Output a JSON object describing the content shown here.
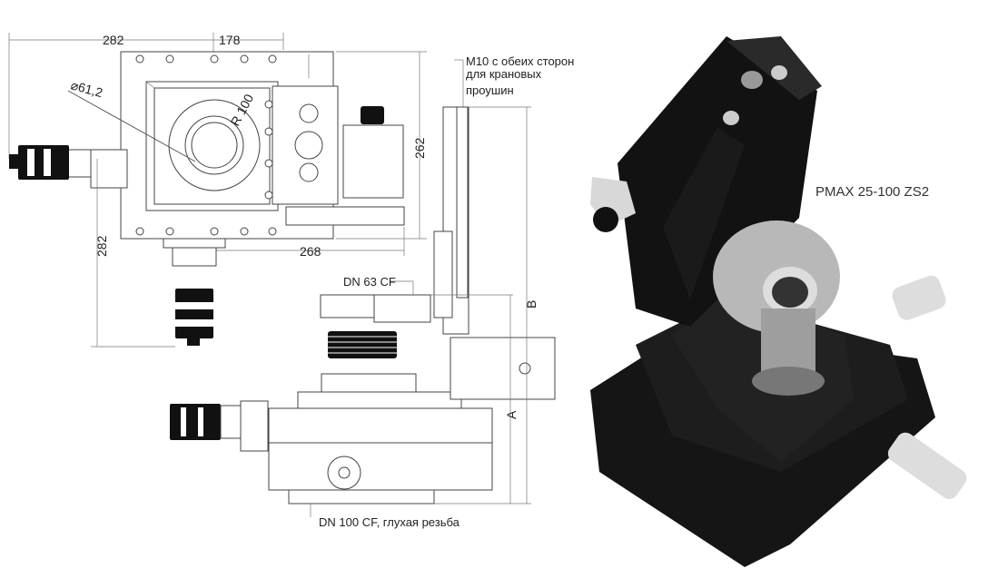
{
  "drawing": {
    "dimensions": {
      "top_left_width": "282",
      "top_right_width": "178",
      "flange_diameter": "⌀61,2",
      "radius": "R 100",
      "height_right": "262",
      "left_height": "282",
      "bottom_width": "268",
      "height_a": "A",
      "height_b": "B"
    },
    "callouts": {
      "m10_line1": "M10 с обеих сторон",
      "m10_line2": "для крановых",
      "m10_line3": "проушин",
      "top_flange": "DN 63 CF",
      "bottom_flange": "DN 100 CF, глухая резьба"
    }
  },
  "product": {
    "model_name": "PMAX 25-100 ZS2"
  },
  "colors": {
    "line": "#555555",
    "body_black": "#141414",
    "steel": "#c8c8c8"
  }
}
